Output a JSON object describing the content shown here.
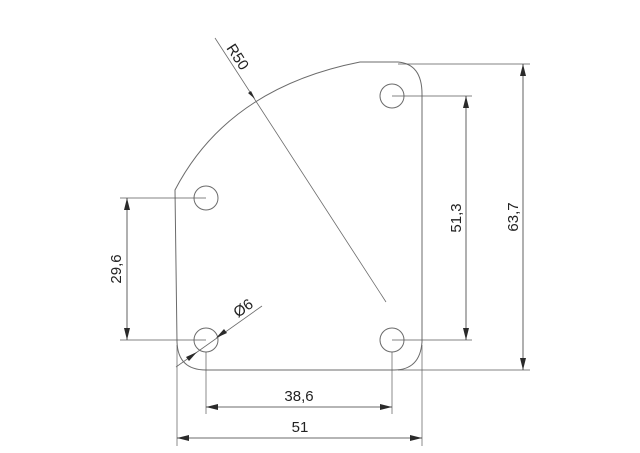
{
  "drawing": {
    "dimensions": {
      "width_overall": "51",
      "hole_spacing_horizontal": "38,6",
      "height_overall": "63,7",
      "hole_spacing_vertical_right": "51,3",
      "hole_spacing_vertical_left": "29,6",
      "hole_diameter": "Ø6",
      "arc_radius": "R50"
    }
  }
}
